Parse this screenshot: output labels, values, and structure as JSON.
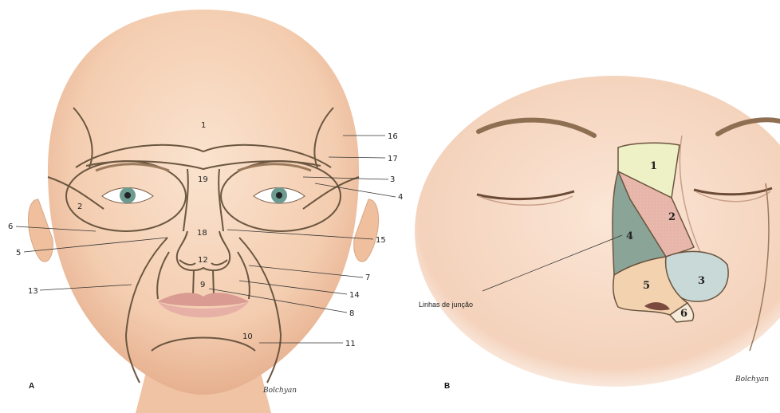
{
  "figure": {
    "panel_a": {
      "letter": "A",
      "numbers": [
        "1",
        "2",
        "3",
        "4",
        "5",
        "6",
        "7",
        "8",
        "9",
        "10",
        "11",
        "12",
        "13",
        "14",
        "15",
        "16",
        "17",
        "18",
        "19"
      ],
      "signature": "Bolchyan"
    },
    "panel_b": {
      "letter": "B",
      "subunits": [
        "1",
        "2",
        "3",
        "4",
        "5",
        "6"
      ],
      "caption": "Linhas de junção",
      "signature": "Bolchyan"
    },
    "colors": {
      "skin": "#f6d3b8",
      "skin_shadow": "#e8b594",
      "outline": "#6b5640",
      "sub1": "#eef0c6",
      "sub2": "#e9b8ac",
      "sub3": "#c9d9d8",
      "sub4": "#8aa597",
      "sub5": "#f3d2b0",
      "sub6": "#f6ead8"
    }
  }
}
